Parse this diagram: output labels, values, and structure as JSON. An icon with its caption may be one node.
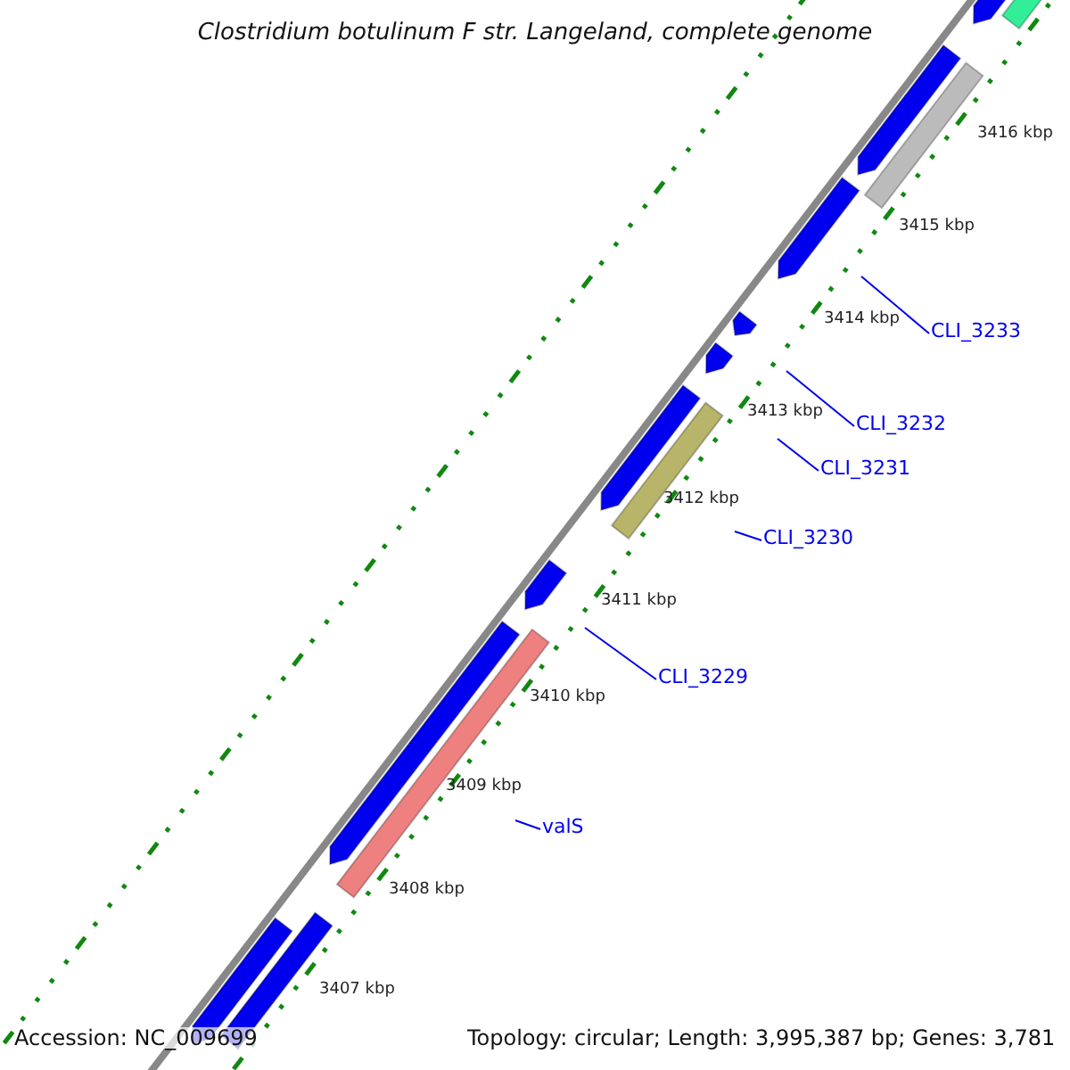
{
  "diagram": {
    "title": "Clostridium botulinum F str. Langeland, complete genome",
    "nodes": [
      {
        "text": [
          "CLI_3233"
        ]
      },
      {
        "text": [
          "CLI_3232"
        ]
      },
      {
        "text": [
          "CLI_3231"
        ]
      },
      {
        "text": [
          "CLI_3230"
        ]
      },
      {
        "text": [
          "CLI_3229"
        ]
      },
      {
        "text": [
          "valS"
        ]
      }
    ],
    "edges": [
      {
        "from": 0,
        "to": null,
        "arrow": "none"
      },
      {
        "from": 1,
        "to": null,
        "arrow": "none"
      },
      {
        "from": 2,
        "to": null,
        "arrow": "none"
      },
      {
        "from": 3,
        "to": null,
        "arrow": "none"
      },
      {
        "from": 4,
        "to": null,
        "arrow": "none"
      },
      {
        "from": 5,
        "to": null,
        "arrow": "none"
      }
    ],
    "labels": [
      "3416 kbp",
      "3415 kbp",
      "3414 kbp",
      "3413 kbp",
      "3412 kbp",
      "3411 kbp",
      "3410 kbp",
      "3409 kbp",
      "3408 kbp",
      "3407 kbp",
      "Accession: NC_009699",
      "Topology: circular; Length: 3,995,387 bp; Genes: 3,781"
    ]
  }
}
